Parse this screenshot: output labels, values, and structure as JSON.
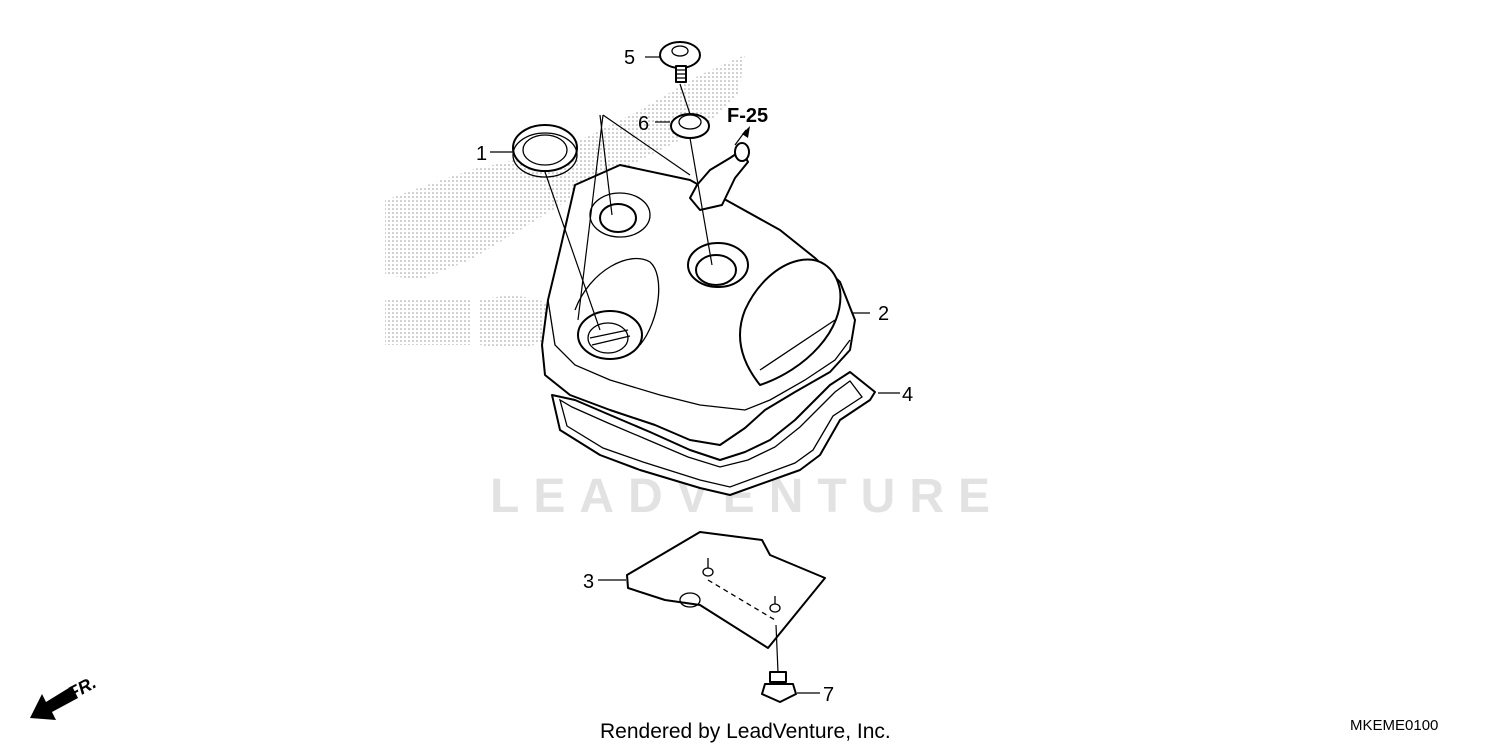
{
  "callouts": [
    {
      "id": "1",
      "label": "1"
    },
    {
      "id": "2",
      "label": "2"
    },
    {
      "id": "3",
      "label": "3"
    },
    {
      "id": "4",
      "label": "4"
    },
    {
      "id": "5",
      "label": "5"
    },
    {
      "id": "6",
      "label": "6"
    },
    {
      "id": "7",
      "label": "7"
    }
  ],
  "reference": "F-25",
  "watermark": "LEADVENTURE",
  "footer": "Rendered by LeadVenture, Inc.",
  "diagram_code": "MKEME0100",
  "direction_label": "FR."
}
